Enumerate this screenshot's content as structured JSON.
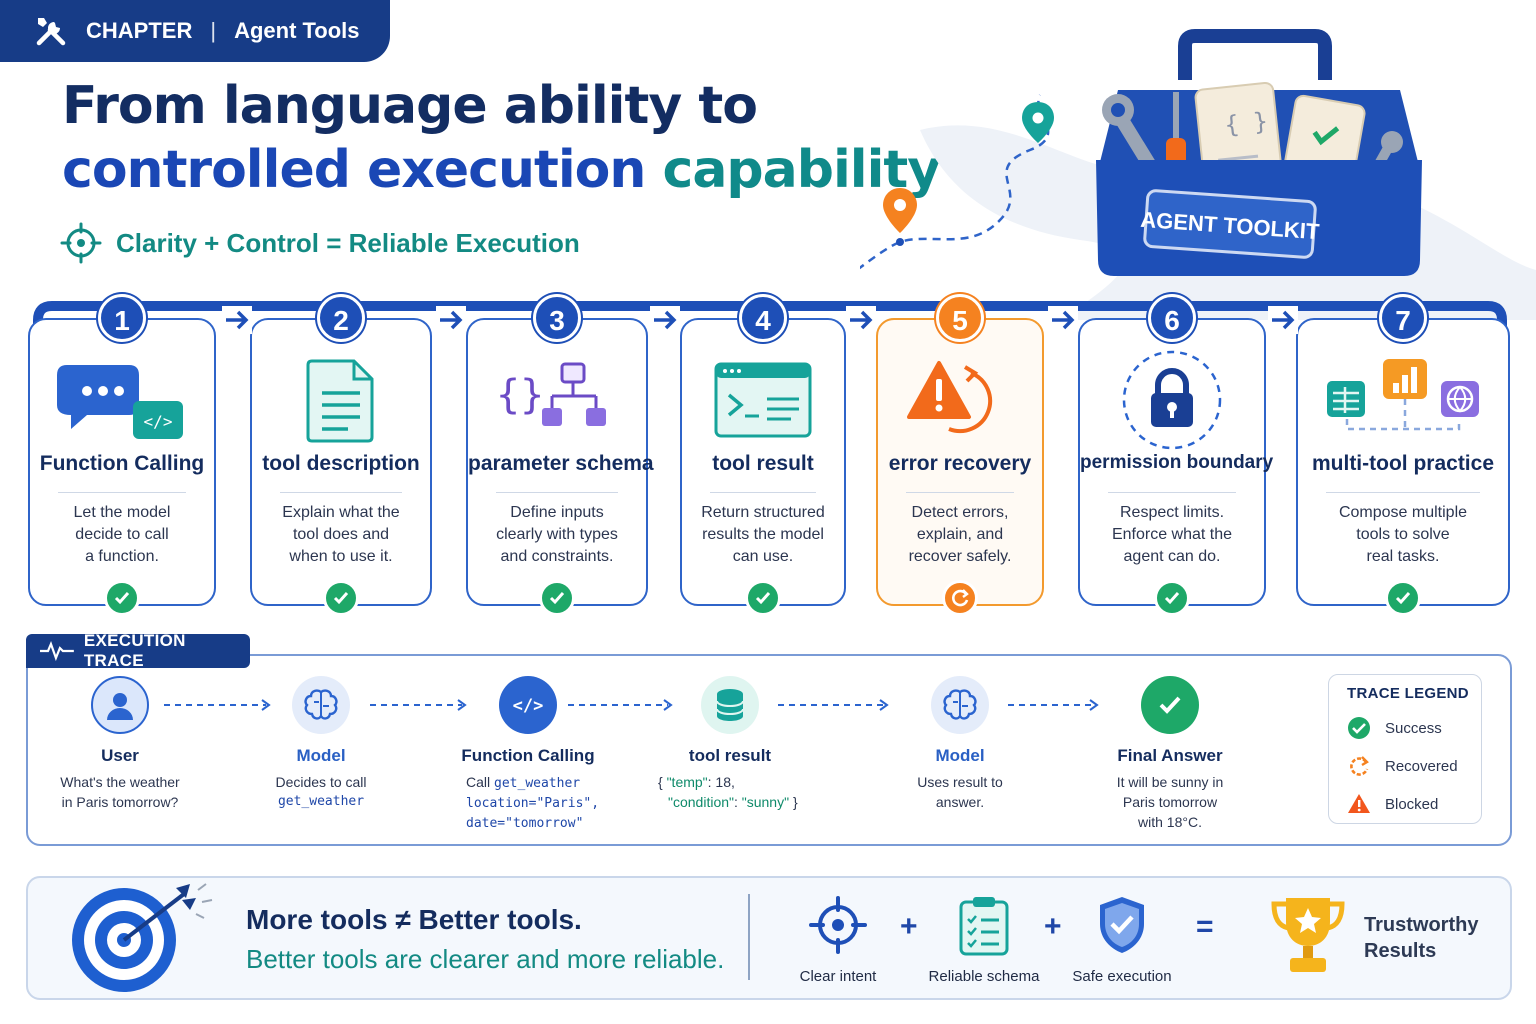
{
  "header": {
    "chapter_label": "CHAPTER",
    "separator": "|",
    "chapter_name": "Agent Tools",
    "title_line1": "From language ability to",
    "title_line2_a": "controlled execution",
    "title_line2_b": "capability",
    "tagline": "Clarity + Control = Reliable Execution"
  },
  "hero": {
    "toolkit_label": "AGENT TOOLKIT",
    "braces": "{ }"
  },
  "steps": [
    {
      "num": "1",
      "title": "Function Calling",
      "desc1": "Let the model",
      "desc2": "decide to call",
      "desc3": "a function."
    },
    {
      "num": "2",
      "title": "tool description",
      "desc1": "Explain what the",
      "desc2": "tool does and",
      "desc3": "when to use it."
    },
    {
      "num": "3",
      "title": "parameter schema",
      "desc1": "Define inputs",
      "desc2": "clearly with types",
      "desc3": "and constraints."
    },
    {
      "num": "4",
      "title": "tool result",
      "desc1": "Return structured",
      "desc2": "results the model",
      "desc3": "can use."
    },
    {
      "num": "5",
      "title": "error recovery",
      "desc1": "Detect errors,",
      "desc2": "explain, and",
      "desc3": "recover safely."
    },
    {
      "num": "6",
      "title": "permission boundary",
      "desc1": "Respect limits.",
      "desc2": "Enforce what the",
      "desc3": "agent can do."
    },
    {
      "num": "7",
      "title": "multi-tool practice",
      "desc1": "Compose multiple",
      "desc2": "tools to solve",
      "desc3": "real tasks."
    }
  ],
  "trace": {
    "label": "EXECUTION TRACE",
    "user": {
      "name": "User",
      "line1": "What's the weather",
      "line2": "in Paris tomorrow?"
    },
    "model1": {
      "name": "Model",
      "line1": "Decides to call",
      "code": "get_weather"
    },
    "call": {
      "name": "Function Calling",
      "prefix": "Call",
      "fn": "get_weather",
      "arg1": "location=\"Paris\",",
      "arg2": "date=\"tomorrow\""
    },
    "result": {
      "name": "tool result",
      "line1a": "{ ",
      "key1": "\"temp\"",
      "line1b": ": 18,",
      "key2": "\"condition\"",
      "line2b": ": ",
      "val2": "\"sunny\"",
      "line2c": " }"
    },
    "model2": {
      "name": "Model",
      "line1": "Uses result to",
      "line2": "answer."
    },
    "final": {
      "name": "Final Answer",
      "line1": "It will be sunny in",
      "line2": "Paris tomorrow",
      "line3": "with 18°C."
    }
  },
  "legend": {
    "title": "TRACE LEGEND",
    "items": [
      {
        "label": "Success",
        "color": "#1ea868"
      },
      {
        "label": "Recovered",
        "color": "#f58220"
      },
      {
        "label": "Blocked",
        "color": "#f2561d"
      }
    ]
  },
  "bottom": {
    "line1": "More tools ≠ Better tools.",
    "line2": "Better tools are clearer and more reliable.",
    "items": [
      "Clear intent",
      "Reliable schema",
      "Safe execution"
    ],
    "plus": "+",
    "equals": "=",
    "result_line1": "Trustworthy",
    "result_line2": "Results"
  },
  "colors": {
    "navy": "#173c87",
    "blue": "#1e4fb7",
    "teal": "#138a83",
    "green": "#1ea868",
    "orange": "#f58220"
  }
}
